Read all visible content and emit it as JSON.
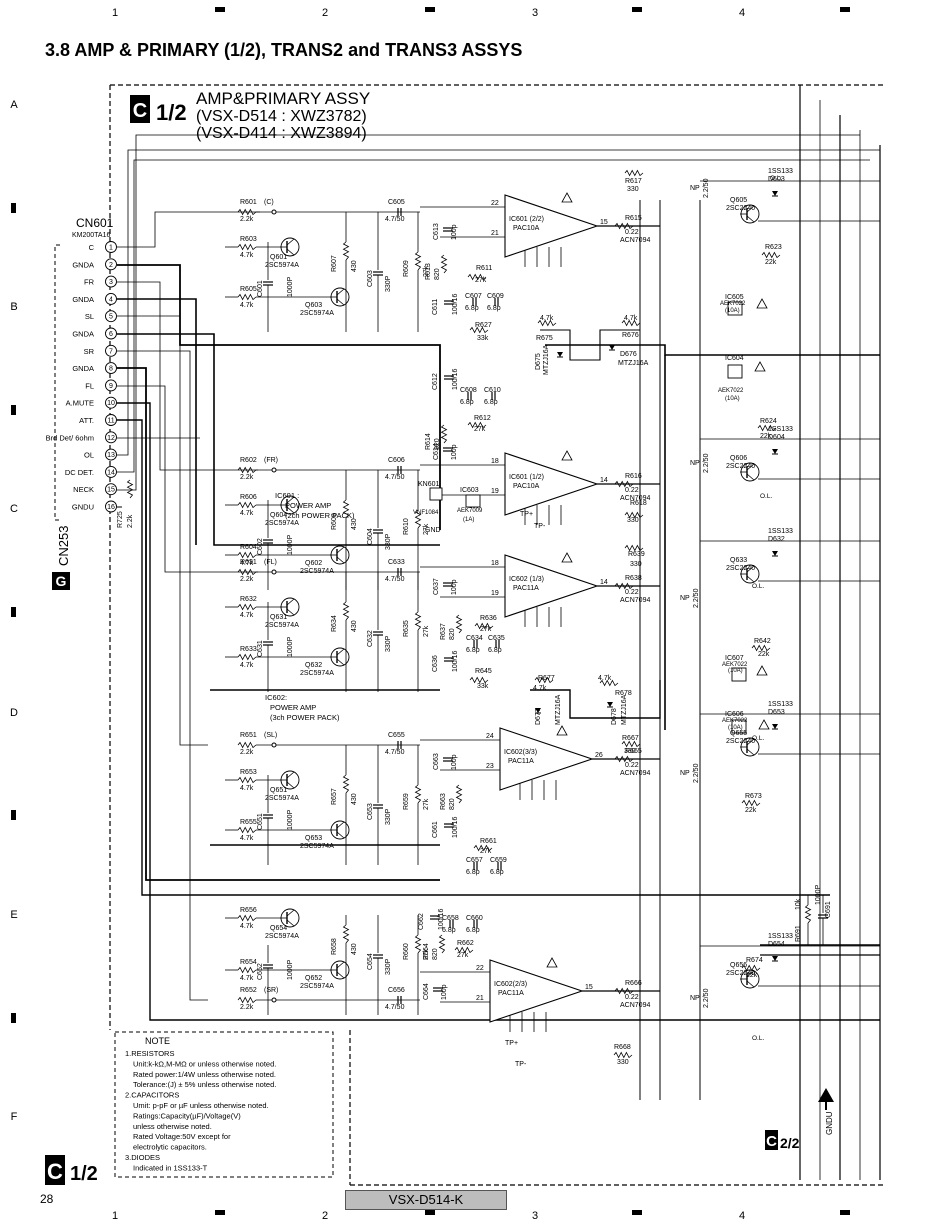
{
  "page": {
    "number": "28",
    "model": "VSX-D514-K"
  },
  "section_title": "3.8  AMP & PRIMARY (1/2), TRANS2 and TRANS3 ASSYS",
  "grid": {
    "columns": [
      "1",
      "2",
      "3",
      "4"
    ],
    "rows": [
      "A",
      "B",
      "C",
      "D",
      "E",
      "F"
    ]
  },
  "assy": {
    "badge": "C",
    "part": "1/2",
    "name": "AMP&PRIMARY ASSY",
    "variant1": "(VSX-D514 : XWZ3782)",
    "variant2": "(VSX-D414 : XWZ3894)"
  },
  "connector": {
    "name": "CN601",
    "part": "KM200TA16",
    "side_label": "CN253",
    "side_badge": "G",
    "pins": [
      {
        "n": "1",
        "label": "C"
      },
      {
        "n": "2",
        "label": "GNDA"
      },
      {
        "n": "3",
        "label": "FR"
      },
      {
        "n": "4",
        "label": "GNDA"
      },
      {
        "n": "5",
        "label": "SL"
      },
      {
        "n": "6",
        "label": "GNDA"
      },
      {
        "n": "7",
        "label": "SR"
      },
      {
        "n": "8",
        "label": "GNDA"
      },
      {
        "n": "9",
        "label": "FL"
      },
      {
        "n": "10",
        "label": "A.MUTE"
      },
      {
        "n": "11",
        "label": "ATT."
      },
      {
        "n": "12",
        "label": "Brd Det/ 6ohm"
      },
      {
        "n": "13",
        "label": "OL"
      },
      {
        "n": "14",
        "label": "DC DET."
      },
      {
        "n": "15",
        "label": "NECK"
      },
      {
        "n": "16",
        "label": "GNDU"
      }
    ],
    "resistor": "R725",
    "resistor_value": "2.2k"
  },
  "ic_notes": {
    "ic601": [
      "IC601 :",
      "POWER AMP",
      "(2ch POWER PACK)"
    ],
    "ic602": [
      "IC602:",
      "POWER AMP",
      "(3ch POWER PACK)"
    ]
  },
  "channels": [
    {
      "id": "C",
      "rin": "R601",
      "rin_v": "2.2k",
      "tag": "(C)",
      "ra": "R603",
      "ra_v": "4.7k",
      "rb": "R605",
      "rb_v": "4.7k",
      "qa": "Q601",
      "qa_p": "2SC5974A",
      "qb": "Q603",
      "qb_p": "2SC5974A",
      "rc": "R607",
      "rc_v": "430",
      "cap1": "C603",
      "cap1_v": "330P",
      "cap2": "C601",
      "cap2_v": "1000P",
      "ce": "C605",
      "ce_v": "4.7/50",
      "rd": "R609",
      "rd_v": "27k",
      "ic": "IC601 (2/2)",
      "ic_p": "PAC10A",
      "pin_in": "22",
      "pin_in2": "21",
      "pin_out": "15",
      "ro": "R615",
      "ro_v": "0.22",
      "ro_p": "ACN7094",
      "q_out": "Q605",
      "q_out_p": "2SC2240",
      "d_out": "D603",
      "d_out_p": "1SS133"
    },
    {
      "id": "FR",
      "rin": "R602",
      "rin_v": "2.2k",
      "tag": "(FR)",
      "ra": "R606",
      "ra_v": "4.7k",
      "rb": "R604",
      "rb_v": "4.7k",
      "qa": "Q604",
      "qa_p": "2SC5974A",
      "qb": "Q602",
      "qb_p": "2SC5974A",
      "rc": "R608",
      "rc_v": "430",
      "cap1": "C604",
      "cap1_v": "330P",
      "cap2": "C602",
      "cap2_v": "1000P",
      "ce": "C606",
      "ce_v": "4.7/50",
      "rd": "R610",
      "rd_v": "27k",
      "ic": "IC601 (1/2)",
      "ic_p": "PAC10A",
      "pin_in": "18",
      "pin_in2": "19",
      "pin_out": "14",
      "ro": "R616",
      "ro_v": "0.22",
      "ro_p": "ACN7094",
      "q_out": "Q606",
      "q_out_p": "2SC2240",
      "d_out": "D604",
      "d_out_p": "1SS133"
    },
    {
      "id": "FL",
      "rin": "R631",
      "rin_v": "2.2k",
      "tag": "(FL)",
      "ra": "R632",
      "ra_v": "4.7k",
      "rb": "R633",
      "rb_v": "4.7k",
      "qa": "Q631",
      "qa_p": "2SC5974A",
      "qb": "Q632",
      "qb_p": "2SC5974A",
      "rc": "R634",
      "rc_v": "430",
      "cap1": "C632",
      "cap1_v": "330P",
      "cap2": "C631",
      "cap2_v": "1000P",
      "ce": "C633",
      "ce_v": "4.7/50",
      "rd": "R635",
      "rd_v": "27k",
      "ic": "IC602 (1/3)",
      "ic_p": "PAC11A",
      "pin_in": "18",
      "pin_in2": "19",
      "pin_out": "14",
      "ro": "R638",
      "ro_v": "0.22",
      "ro_p": "ACN7094",
      "q_out": "Q633",
      "q_out_p": "2SC2240",
      "d_out": "D632",
      "d_out_p": "1SS133"
    },
    {
      "id": "SL",
      "rin": "R651",
      "rin_v": "2.2k",
      "tag": "(SL)",
      "ra": "R653",
      "ra_v": "4.7k",
      "rb": "R655",
      "rb_v": "4.7k",
      "qa": "Q651",
      "qa_p": "2SC5974A",
      "qb": "Q653",
      "qb_p": "2SC5974A",
      "rc": "R657",
      "rc_v": "430",
      "cap1": "C653",
      "cap1_v": "330P",
      "cap2": "C651",
      "cap2_v": "1000P",
      "ce": "C655",
      "ce_v": "4.7/50",
      "rd": "R659",
      "rd_v": "27k",
      "ic": "IC602(3/3)",
      "ic_p": "PAC11A",
      "pin_in": "24",
      "pin_in2": "23",
      "pin_out": "26",
      "ro": "R665",
      "ro_v": "0.22",
      "ro_p": "ACN7094",
      "q_out": "Q655",
      "q_out_p": "2SC2240",
      "d_out": "D653",
      "d_out_p": "1SS133"
    },
    {
      "id": "SR",
      "rin": "R652",
      "rin_v": "2.2k",
      "tag": "(SR)",
      "ra": "R656",
      "ra_v": "4.7k",
      "rb": "R654",
      "rb_v": "4.7k",
      "qa": "Q654",
      "qa_p": "2SC5974A",
      "qb": "Q652",
      "qb_p": "2SC5974A",
      "rc": "R658",
      "rc_v": "430",
      "cap1": "C654",
      "cap1_v": "330P",
      "cap2": "C652",
      "cap2_v": "1000P",
      "ce": "C656",
      "ce_v": "4.7/50",
      "rd": "R660",
      "rd_v": "27k",
      "ic": "IC602(2/3)",
      "ic_p": "PAC11A",
      "pin_in": "22",
      "pin_in2": "21",
      "pin_out": "15",
      "ro": "R666",
      "ro_v": "0.22",
      "ro_p": "ACN7094",
      "q_out": "Q656",
      "q_out_p": "2SC2240",
      "d_out": "D654",
      "d_out_p": "1SS133"
    }
  ],
  "misc": {
    "kn601": "KN601",
    "kn601_p": "VNF1084",
    "gnd": "GND",
    "ic603": "IC603",
    "ic603_p": "AEK7009",
    "ic603_r": "(1A)",
    "ic604": "IC604",
    "ic604_p": "AEK7022",
    "ic604_r": "(10A)",
    "ic605": "IC605",
    "ic605_p": "AEK7022",
    "ic605_r": "(10A)",
    "ic606": "IC606",
    "ic606_p": "AEK7022",
    "ic606_r": "(10A)",
    "ic607": "IC607",
    "ic607_p": "AEK7022",
    "ic607_r": "(10A)",
    "tpp": "TP+",
    "tpm": "TP-",
    "d675": "D675",
    "d676": "D676",
    "d677": "D677",
    "d678": "D678",
    "mtz": "MTZJ16A",
    "gndu": "GNDU",
    "c22_badge": "C",
    "c22_part": "2/2",
    "r617": "R617",
    "r617_v": "330",
    "r623": "R623",
    "r623_v": "22k",
    "r624": "R624",
    "r624_v": "22k",
    "r642": "R642",
    "r642_v": "22k",
    "r673": "R673",
    "r673_v": "22k",
    "r674": "R674",
    "r674_v": "22k",
    "r691": "R691",
    "r691_v": "10k",
    "c691": "C691",
    "c691_v": "1000P",
    "r627": "R627",
    "r627_v": "33k",
    "r645": "R645",
    "r645_v": "33k",
    "r639": "R639",
    "r639_v": "330",
    "r667": "R667",
    "r667_v": "330",
    "r668": "R668",
    "r668_v": "330",
    "r618": "R618",
    "r618_v": "330",
    "r611": "R611",
    "r611_v": "27k",
    "r612": "R612",
    "r612_v": "27k",
    "r636": "R636",
    "r636_v": "27k",
    "r661": "R661",
    "r661_v": "27k",
    "r662": "R662",
    "r662_v": "27k",
    "c607": "C607",
    "c609": "C609",
    "c608": "C608",
    "c610": "C610",
    "c634": "C634",
    "c635": "C635",
    "c657": "C657",
    "c659": "C659",
    "c658": "C658",
    "c660": "C660",
    "cap68": "6.8p",
    "r613": "R613",
    "r614": "R614",
    "r637": "R637",
    "r663": "R663",
    "r664": "R664",
    "v820": "820",
    "c611": "C611",
    "c612": "C612",
    "c636": "C636",
    "c661": "C661",
    "c662": "C662",
    "v10016": "100/16",
    "c613": "C613",
    "c614": "C614",
    "c637": "C637",
    "c663": "C663",
    "c664": "C664",
    "v100p": "100p",
    "r675": "R675",
    "r676": "R676",
    "r677": "R677",
    "r678": "R678",
    "v47k": "4.7k",
    "np": "NP",
    "v2250": "2.2/50",
    "ol": "O.L."
  },
  "note": {
    "title": "NOTE",
    "lines": [
      "1.RESISTORS",
      "Unit:k-kΩ,M-MΩ or unless otherwise noted.",
      "Rated power:1/4W unless otherwise noted.",
      "Tolerance:(J) ± 5% unless otherwise noted.",
      "2.CAPACITORS",
      "Umit: p-pF or µF unless otherwise noted.",
      "Ratings:Capacity(µF)/Voltage(V)",
      "unless otherwise noted.",
      "Rated Voltage:50V except for",
      "electrolytic capacitors.",
      "3.DIODES",
      "Indicated in 1SS133-T"
    ]
  },
  "bottom_badge": {
    "letter": "C",
    "part": "1/2"
  }
}
